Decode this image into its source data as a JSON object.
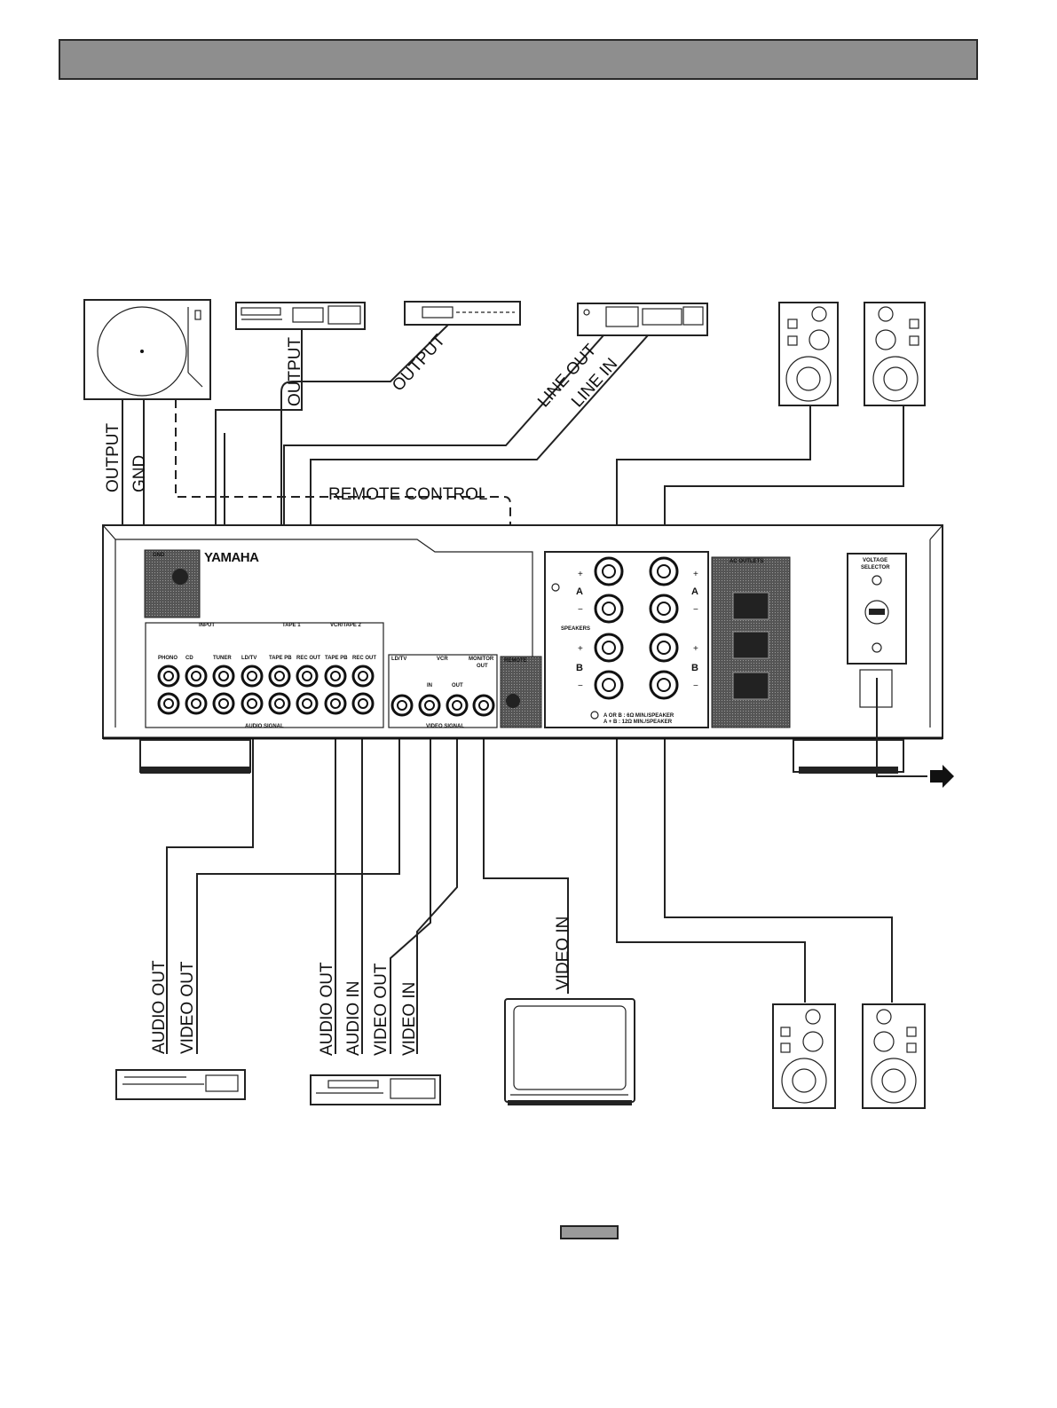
{
  "header": {
    "title": ""
  },
  "labels": {
    "turntable_output": "OUTPUT",
    "turntable_gnd": "GND",
    "cd_output": "OUTPUT",
    "tuner_output": "OUTPUT",
    "tape_line_out": "LINE OUT",
    "tape_line_in": "LINE IN",
    "remote_control": "REMOTE CONTROL",
    "ld_audio_out": "AUDIO OUT",
    "ld_video_out": "VIDEO OUT",
    "vcr_audio_out": "AUDIO OUT",
    "vcr_audio_in": "AUDIO IN",
    "vcr_video_out": "VIDEO OUT",
    "vcr_video_in": "VIDEO IN",
    "tv_video_in": "VIDEO IN"
  },
  "receiver": {
    "brand": "YAMAHA",
    "gnd": "GND",
    "groups": {
      "input": "INPUT",
      "tape1": "TAPE 1",
      "vcr_tape2": "VCR/TAPE 2"
    },
    "jacks": [
      "PHONO",
      "CD",
      "TUNER",
      "LD/TV",
      "TAPE PB",
      "REC OUT",
      "TAPE PB",
      "REC OUT"
    ],
    "audio_signal": "AUDIO SIGNAL",
    "video_groups": {
      "ldtv": "LD/TV",
      "vcr": "VCR",
      "monitor": "MONITOR",
      "monitor_out": "OUT"
    },
    "video_jacks": {
      "in": "IN",
      "out": "OUT"
    },
    "video_signal": "VIDEO SIGNAL",
    "remote": "REMOTE",
    "speakers": "SPEAKERS",
    "speaker_a": "A",
    "speaker_b": "B",
    "plus": "+",
    "minus": "−",
    "impedance_1": "A OR B : 6Ω MIN./SPEAKER",
    "impedance_2": "A + B : 12Ω MIN./SPEAKER",
    "ac_outlets": "AC OUTLETS",
    "voltage_selector_1": "VOLTAGE",
    "voltage_selector_2": "SELECTOR"
  },
  "colors": {
    "header": "#8e8e8e",
    "ink": "#111111",
    "hatch": "#3a3a3a"
  }
}
